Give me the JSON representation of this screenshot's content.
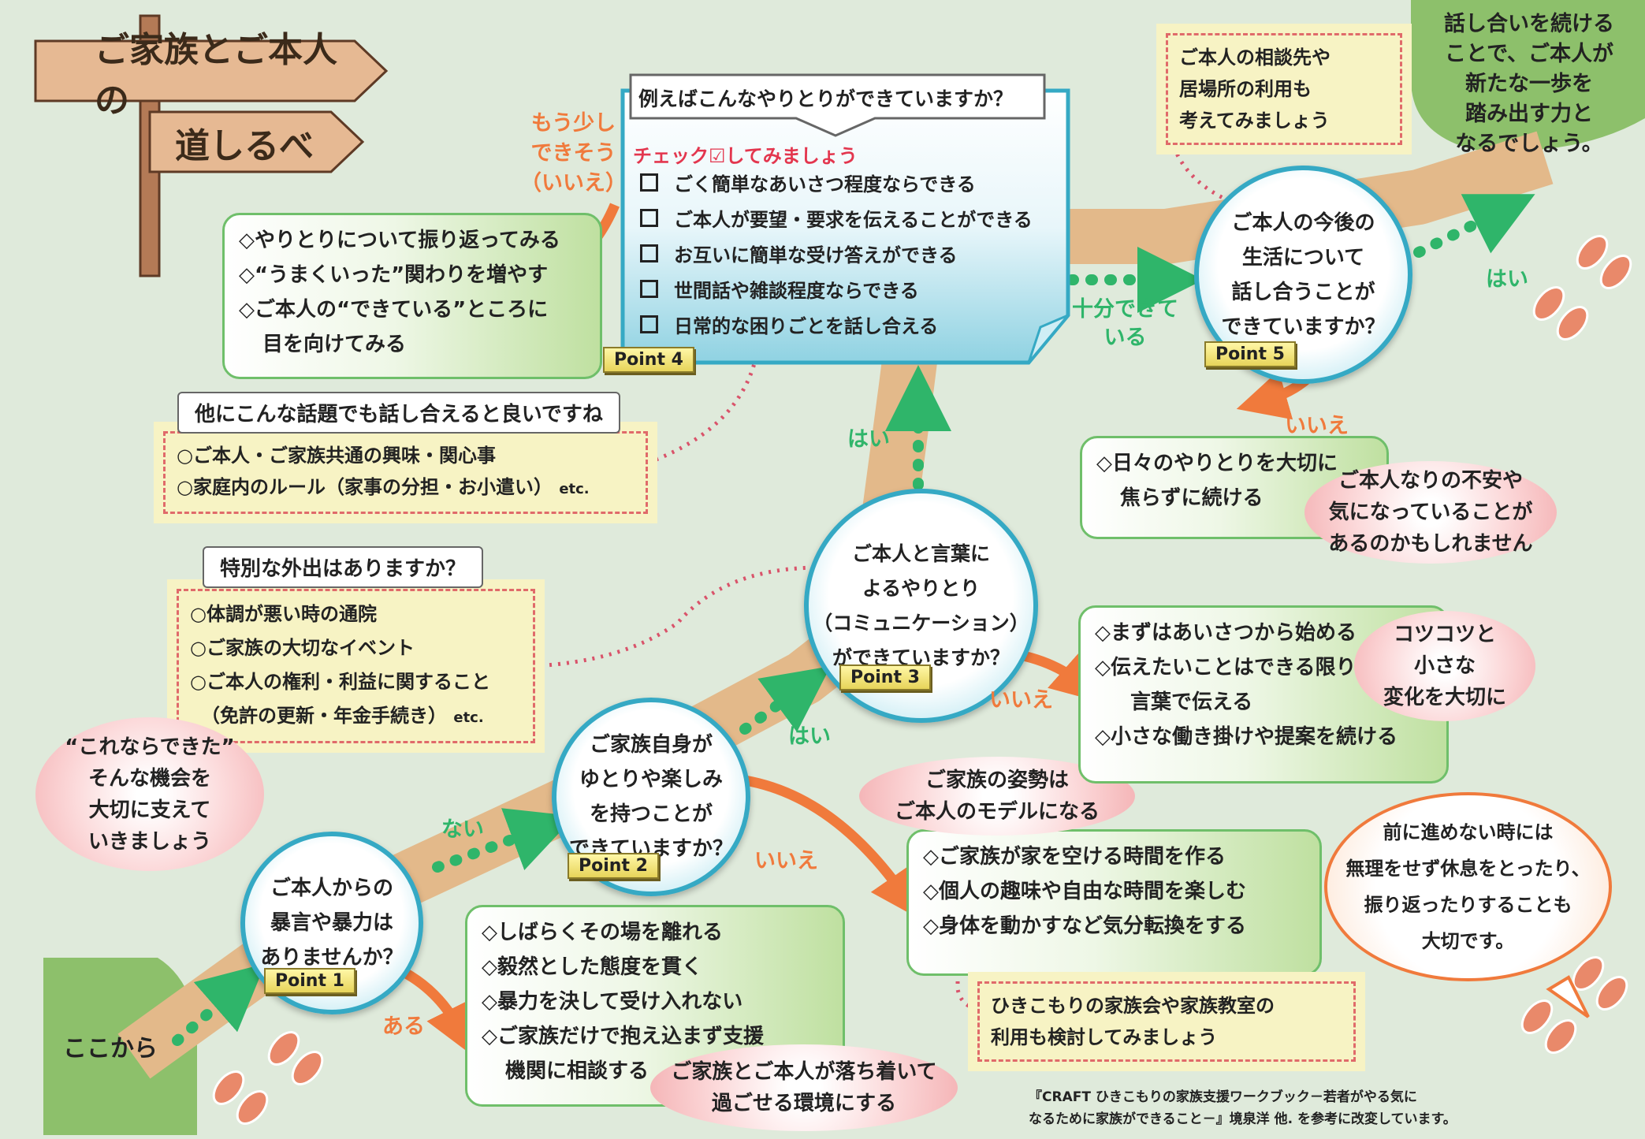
{
  "title": {
    "line1": "ご家族とご本人の",
    "line2": "道しるべ"
  },
  "start_label": "ここから",
  "node1": {
    "lines": [
      "ご本人からの",
      "暴言や暴力は",
      "ありませんか？"
    ],
    "point": "Point 1"
  },
  "node2": {
    "lines": [
      "ご家族自身が",
      "ゆとりや楽しみ",
      "を持つことが",
      "できていますか？"
    ],
    "point": "Point 2"
  },
  "node3": {
    "lines": [
      "ご本人と言葉に",
      "よるやりとり",
      "（コミュニケーション）",
      "ができていますか？"
    ],
    "point": "Point 3"
  },
  "node4": {
    "question": "例えばこんなやりとりができていますか？",
    "check_title": "チェック☑してみましょう",
    "items": [
      "ごく簡単なあいさつ程度ならできる",
      "ご本人が要望・要求を伝えることができる",
      "お互いに簡単な受け答えができる",
      "世間話や雑談程度ならできる",
      "日常的な困りごとを話し合える"
    ],
    "point": "Point 4"
  },
  "node5": {
    "lines": [
      "ご本人の今後の",
      "生活について",
      "話し合うことが",
      "できていますか？"
    ],
    "point": "Point 5"
  },
  "labels": {
    "aru": "ある",
    "nai": "ない",
    "hai": "はい",
    "iie": "いいえ",
    "more": [
      "もう少し",
      "できそう",
      "（いいえ）"
    ],
    "enough": [
      "十分できて",
      "いる"
    ]
  },
  "box_point1": [
    "◇しばらくその場を離れる",
    "◇毅然とした態度を貫く",
    "◇暴力を決して受け入れない",
    "◇ご家族だけで抱え込まず支援",
    "機関に相談する"
  ],
  "pink_point1": [
    "ご家族とご本人が落ち着いて",
    "過ごせる環境にする"
  ],
  "box_point2": [
    "◇ご家族が家を空ける時間を作る",
    "◇個人の趣味や自由な時間を楽しむ",
    "◇身体を動かすなど気分転換をする"
  ],
  "pink_point2": [
    "ご家族の姿勢は",
    "ご本人のモデルになる"
  ],
  "ybox_point2": [
    "ひきこもりの家族会や家族教室の",
    "利用も検討してみましょう"
  ],
  "box_point3": [
    "◇まずはあいさつから始める",
    "◇伝えたいことはできる限り",
    "言葉で伝える",
    "◇小さな働き掛けや提案を続ける"
  ],
  "pink_point3": [
    "コツコツと",
    "小さな",
    "変化を大切に"
  ],
  "box_point4": [
    "◇やりとりについて振り返ってみる",
    "◇“うまくいった”関わりを増やす",
    "◇ご本人の“できている”ところに",
    "目を向けてみる"
  ],
  "topics": {
    "header": "他にこんな話題でも話し合えると良いですね",
    "items": [
      "○ご本人・ご家族共通の興味・関心事",
      "○家庭内のルール（家事の分担・お小遣い）"
    ],
    "etc": "etc."
  },
  "outings": {
    "header": "特別な外出はありますか？",
    "items": [
      "○体調が悪い時の通院",
      "○ご家族の大切なイベント",
      "○ご本人の権利・利益に関すること",
      "（免許の更新・年金手続き）"
    ],
    "etc": "etc."
  },
  "pink_left": [
    "“これならできた”",
    "そんな機会を",
    "大切に支えて",
    "いきましょう"
  ],
  "ybox_point5": [
    "ご本人の相談先や",
    "居場所の利用も",
    "考えてみましょう"
  ],
  "green_topright": [
    "話し合いを続ける",
    "ことで、ご本人が",
    "新たな一歩を",
    "踏み出す力と",
    "なるでしょう。"
  ],
  "box_point5": [
    "◇日々のやりとりを大切に",
    "焦らずに続ける"
  ],
  "pink_point5": [
    "ご本人なりの不安や",
    "気になっていることが",
    "あるのかもしれません"
  ],
  "bubble_right": [
    "前に進めない時には",
    "無理をせず休息をとったり、",
    "振り返ったりすることも",
    "大切です。"
  ],
  "citation": [
    "『CRAFT ひきこもりの家族支援ワークブック－若者がやる気に",
    "なるために家族ができること－』境泉洋 他. を参考に改変しています。"
  ]
}
